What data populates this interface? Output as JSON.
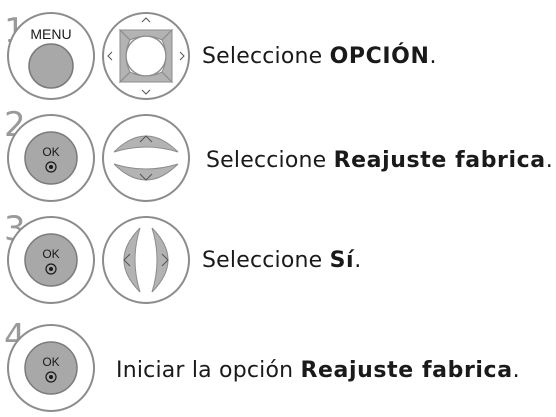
{
  "steps": [
    {
      "number": "1",
      "button_label": "MENU",
      "nav": "four-way-nav",
      "text_prefix": "Seleccione ",
      "text_bold": "OPCIÓN",
      "text_suffix": "."
    },
    {
      "number": "2",
      "button_label_top": "OK",
      "nav": "up-down-nav",
      "text_prefix": "Seleccione ",
      "text_bold": "Reajuste fabrica",
      "text_suffix": "."
    },
    {
      "number": "3",
      "button_label_top": "OK",
      "nav": "left-right-nav",
      "text_prefix": "Seleccione ",
      "text_bold": "Sí",
      "text_suffix": "."
    },
    {
      "number": "4",
      "button_label_top": "OK",
      "text_prefix": "Iniciar la opción ",
      "text_bold": "Reajuste fabrica",
      "text_suffix": "."
    }
  ],
  "colors": {
    "outline": "#8c8c8c",
    "button_fill": "#a8a8a8",
    "number": "#9a9a9a",
    "pad_fill": "#ffffff"
  }
}
